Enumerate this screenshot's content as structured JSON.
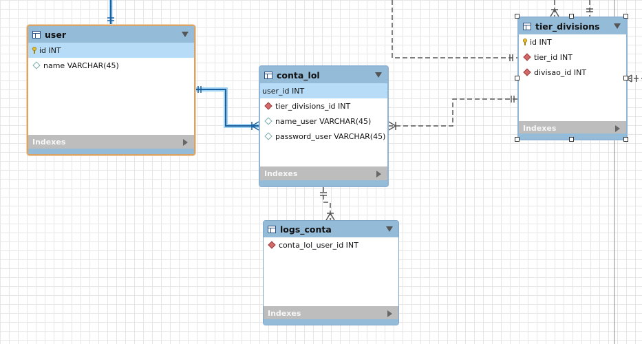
{
  "indexes_label": "Indexes",
  "entities": {
    "user": {
      "title": "user",
      "columns": [
        {
          "icon": "primary-key-icon",
          "text": "id INT"
        },
        {
          "icon": "column-icon",
          "text": "name VARCHAR(45)"
        }
      ]
    },
    "conta_lol": {
      "title": "conta_lol",
      "columns": [
        {
          "icon": "none",
          "text": "user_id INT"
        },
        {
          "icon": "foreign-key-icon",
          "text": "tier_divisions_id INT"
        },
        {
          "icon": "column-icon",
          "text": "name_user VARCHAR(45)"
        },
        {
          "icon": "column-icon",
          "text": "password_user VARCHAR(45)"
        }
      ]
    },
    "tier_divisions": {
      "title": "tier_divisions",
      "columns": [
        {
          "icon": "primary-key-icon",
          "text": "id INT"
        },
        {
          "icon": "foreign-key-icon",
          "text": "tier_id INT"
        },
        {
          "icon": "foreign-key-icon",
          "text": "divisao_id INT"
        }
      ]
    },
    "logs_conta": {
      "title": "logs_conta",
      "columns": [
        {
          "icon": "foreign-key-icon",
          "text": "conta_lol_user_id INT"
        }
      ]
    }
  },
  "colors": {
    "header": "#94bbd8",
    "selection_orange": "#d9a266",
    "highlight_row": "#b6dcf8",
    "indexes_bar": "#bdbdbd",
    "relation_selected": "#1a78c8"
  }
}
